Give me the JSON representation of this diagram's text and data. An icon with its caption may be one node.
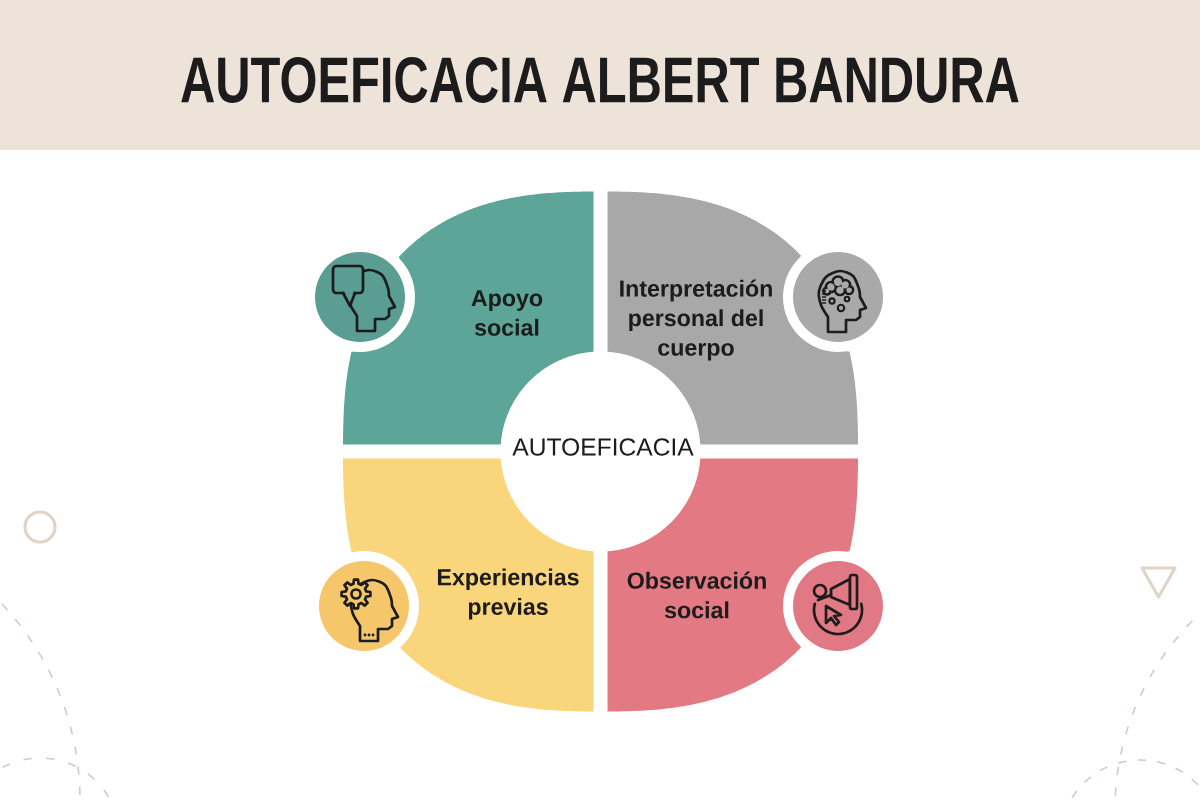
{
  "diagram": {
    "title": "AUTOEFICACIA ALBERT BANDURA",
    "nodes": [
      {
        "text": [
          "Apoyo social"
        ]
      },
      {
        "text": [
          "Interpretación personal del cuerpo"
        ]
      },
      {
        "text": [
          "AUTOEFICACIA"
        ]
      },
      {
        "text": [
          "Experiencias previas"
        ]
      },
      {
        "text": [
          "Observación social"
        ]
      }
    ]
  }
}
